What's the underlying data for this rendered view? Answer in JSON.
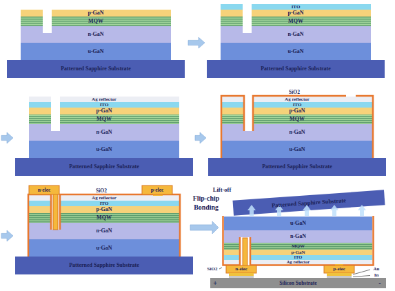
{
  "diagram": {
    "nodes": [
      {
        "text": [
          "p-GaN"
        ]
      },
      {
        "text": [
          "MQW"
        ]
      },
      {
        "text": [
          "n-GaN"
        ]
      },
      {
        "text": [
          "u-GaN"
        ]
      },
      {
        "text": [
          "Patterned Sapphire Substrate"
        ]
      },
      {
        "text": [
          "ITO"
        ]
      },
      {
        "text": [
          "p-GaN"
        ]
      },
      {
        "text": [
          "MQW"
        ]
      },
      {
        "text": [
          "n-GaN"
        ]
      },
      {
        "text": [
          "u-GaN"
        ]
      },
      {
        "text": [
          "Patterned Sapphire Substrate"
        ]
      },
      {
        "text": [
          "Ag reflector"
        ]
      },
      {
        "text": [
          "ITO"
        ]
      },
      {
        "text": [
          "p-GaN"
        ]
      },
      {
        "text": [
          "MQW"
        ]
      },
      {
        "text": [
          "n-GaN"
        ]
      },
      {
        "text": [
          "u-GaN"
        ]
      },
      {
        "text": [
          "Patterned Sapphire Substrate"
        ]
      },
      {
        "text": [
          "SiO2"
        ]
      },
      {
        "text": [
          "Ag reflector"
        ]
      },
      {
        "text": [
          "ITO"
        ]
      },
      {
        "text": [
          "p-GaN"
        ]
      },
      {
        "text": [
          "MQW"
        ]
      },
      {
        "text": [
          "n-GaN"
        ]
      },
      {
        "text": [
          "u-GaN"
        ]
      },
      {
        "text": [
          "Patterned Sapphire Substrate"
        ]
      },
      {
        "text": [
          "n-elec"
        ]
      },
      {
        "text": [
          "SiO2"
        ]
      },
      {
        "text": [
          "p-elec"
        ]
      },
      {
        "text": [
          "Ag reflector"
        ]
      },
      {
        "text": [
          "ITO"
        ]
      },
      {
        "text": [
          "p-GaN"
        ]
      },
      {
        "text": [
          "MQW"
        ]
      },
      {
        "text": [
          "n-GaN"
        ]
      },
      {
        "text": [
          "u-GaN"
        ]
      },
      {
        "text": [
          "Patterned Sapphire Substrate"
        ]
      },
      {
        "text": [
          "Patterned Sapphire Substrate"
        ]
      },
      {
        "text": [
          "u-GaN"
        ]
      },
      {
        "text": [
          "n-GaN"
        ]
      },
      {
        "text": [
          "MQW"
        ]
      },
      {
        "text": [
          "p-GaN"
        ]
      },
      {
        "text": [
          "ITO"
        ]
      },
      {
        "text": [
          "Ag reflector"
        ]
      },
      {
        "text": [
          "n-elec"
        ]
      },
      {
        "text": [
          "p-elec"
        ]
      },
      {
        "text": [
          "Silicon Substrate"
        ]
      }
    ],
    "labels": [
      "Flip-chip Bonding",
      "Lift-off",
      "SiO2",
      "Au",
      "In",
      "+",
      "-"
    ]
  }
}
